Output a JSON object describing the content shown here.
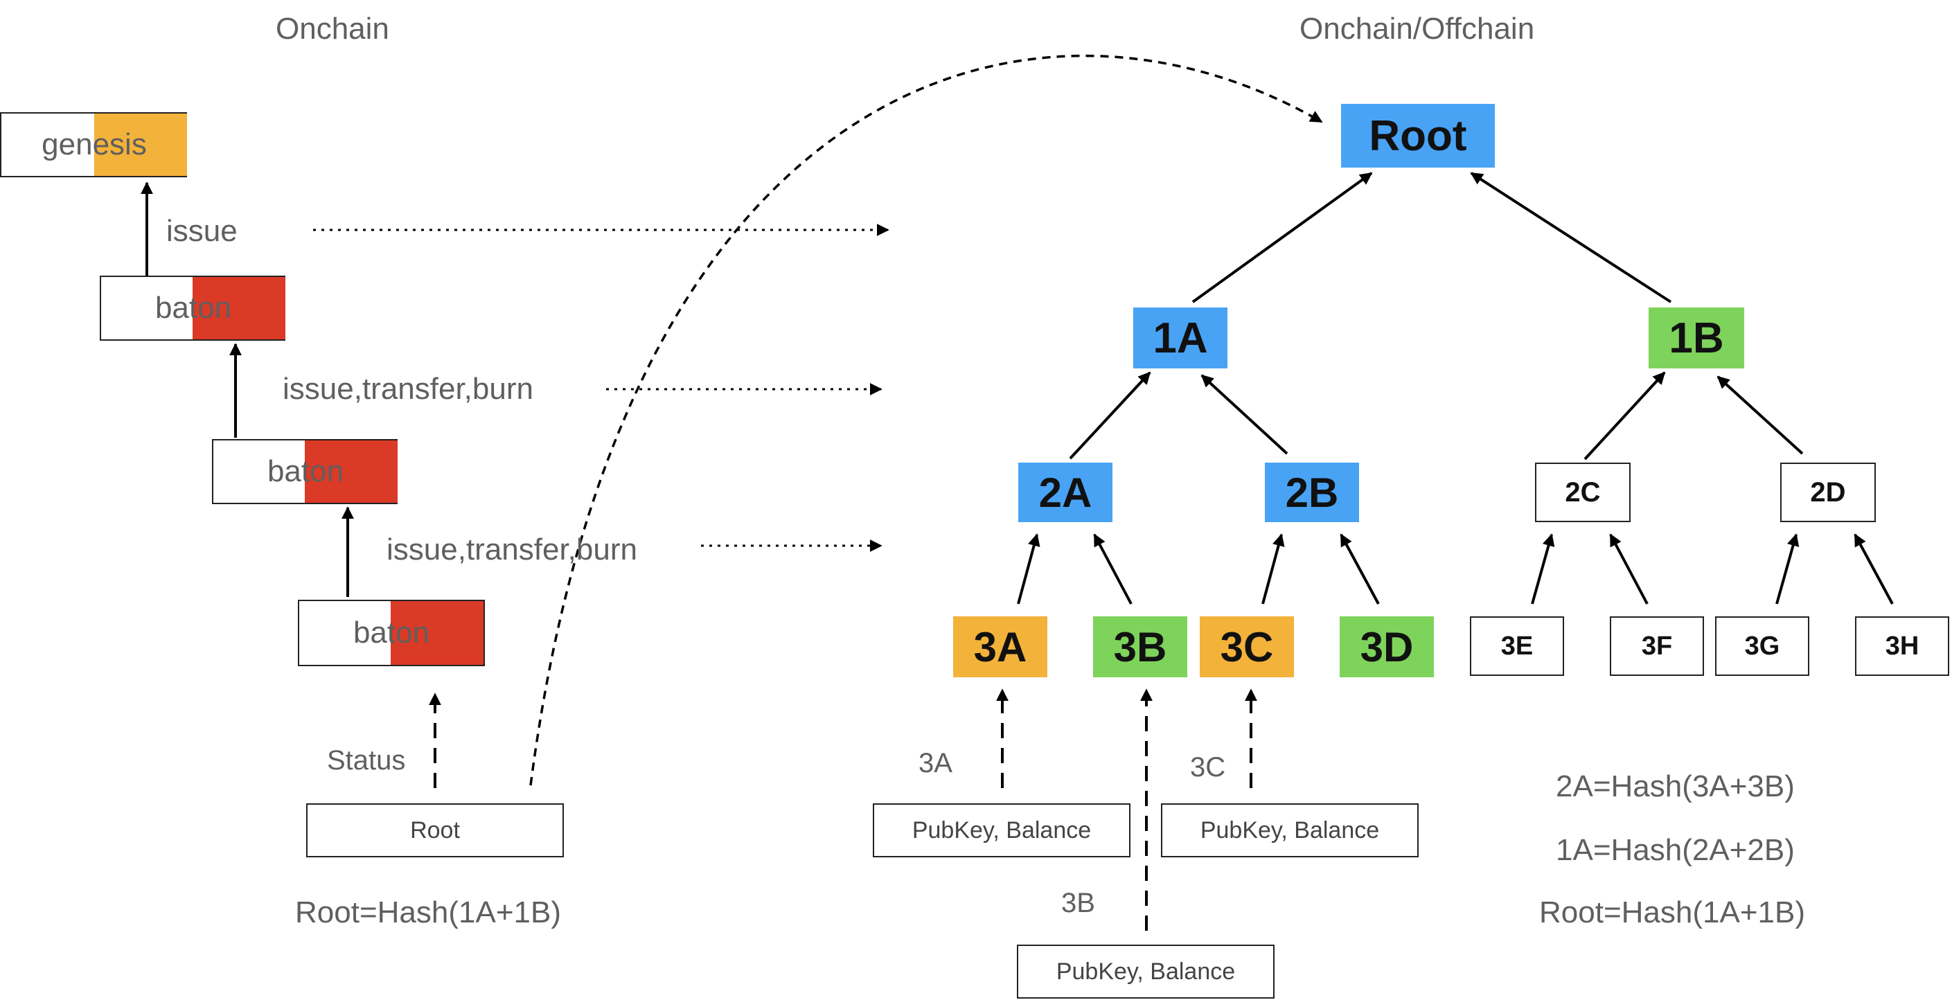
{
  "colors": {
    "blue": "#49a3f5",
    "green": "#7ed35b",
    "orange": "#f3b23a",
    "red": "#db3a27"
  },
  "headers": {
    "left": "Onchain",
    "right": "Onchain/Offchain"
  },
  "chain": {
    "genesis": "genesis",
    "baton1": "baton",
    "baton2": "baton",
    "baton3": "baton",
    "op_issue": "issue",
    "op_itb1": "issue,transfer,burn",
    "op_itb2": "issue,transfer,burn",
    "status": "Status",
    "root_box": "Root",
    "formula": "Root=Hash(1A+1B)"
  },
  "tree": {
    "root": "Root",
    "n1A": "1A",
    "n1B": "1B",
    "n2A": "2A",
    "n2B": "2B",
    "n2C": "2C",
    "n2D": "2D",
    "n3A": "3A",
    "n3B": "3B",
    "n3C": "3C",
    "n3D": "3D",
    "n3E": "3E",
    "n3F": "3F",
    "n3G": "3G",
    "n3H": "3H"
  },
  "leaves": {
    "lbl3A": "3A",
    "lbl3B": "3B",
    "lbl3C": "3C",
    "pk3A": "PubKey, Balance",
    "pk3B": "PubKey, Balance",
    "pk3C": "PubKey, Balance"
  },
  "formulas": {
    "f1": "2A=Hash(3A+3B)",
    "f2": "1A=Hash(2A+2B)",
    "f3": "Root=Hash(1A+1B)"
  }
}
